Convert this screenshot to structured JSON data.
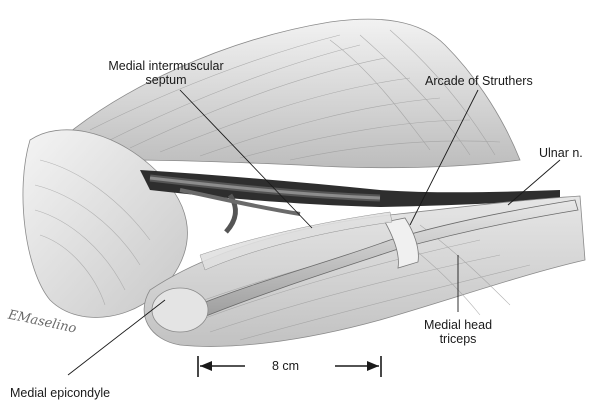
{
  "labels": {
    "septum_line1": "Medial intermuscular",
    "septum_line2": "septum",
    "arcade": "Arcade of Struthers",
    "ulnar": "Ulnar n.",
    "medial_head_line1": "Medial head",
    "medial_head_line2": "triceps",
    "epicondyle": "Medial epicondyle",
    "scale": "8 cm",
    "signature": "EMaselino"
  },
  "colors": {
    "ink": "#1a1a1a",
    "muscle_light": "#ececec",
    "muscle_mid": "#cfcfcf",
    "muscle_dark": "#9a9a9a",
    "nerve": "#bdbdbd",
    "vessel": "#3a3a3a"
  }
}
